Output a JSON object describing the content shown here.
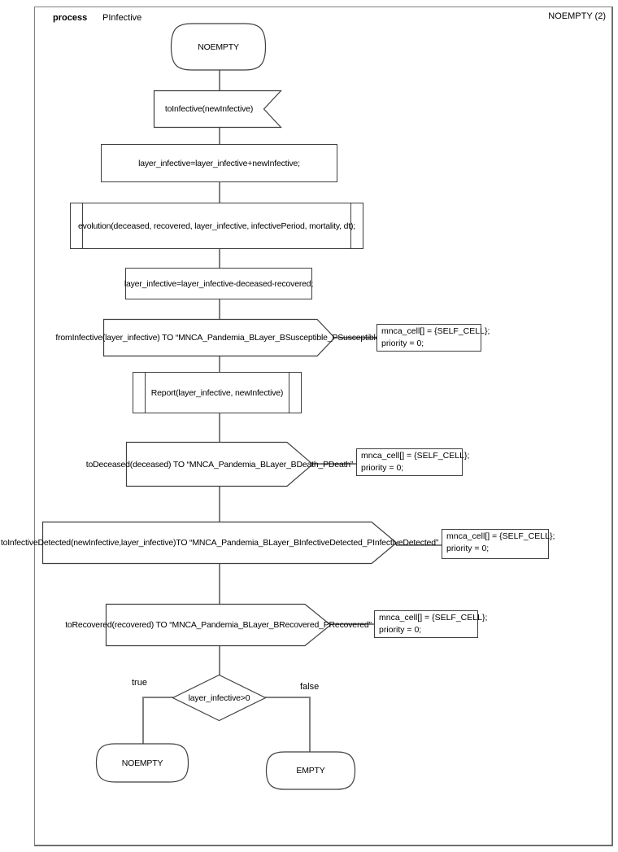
{
  "header": {
    "kind_label": "process",
    "process_name": "PInfective",
    "state_ref": "NOEMPTY (2)"
  },
  "nodes": {
    "start_state": "NOEMPTY",
    "input_signal": "toInfective(newInfective)",
    "task_add": "layer_infective=layer_infective+newInfective;",
    "proc_evolution": "evolution(deceased, recovered, layer_infective, infectivePeriod, mortality, dt);",
    "task_subtract": "layer_infective=layer_infective-deceased-recovered;",
    "out_from_infective": "fromInfective(layer_infective) TO “MNCA_Pandemia_BLayer_BSusceptible_PSusceptible”",
    "proc_report": "Report(layer_infective, newInfective)",
    "out_to_deceased": "toDeceased(deceased) TO “MNCA_Pandemia_BLayer_BDeath_PDeath”",
    "out_to_infective_detected": "toInfectiveDetected(newInfective,layer_infective)TO “MNCA_Pandemia_BLayer_BInfectiveDetected_PInfectiveDetected”",
    "out_to_recovered": "toRecovered(recovered) TO “MNCA_Pandemia_BLayer_BRecovered_PRecovered”",
    "decision": "layer_infective>0",
    "branch_true": "true",
    "branch_false": "false",
    "state_noempty": "NOEMPTY",
    "state_empty": "EMPTY"
  },
  "comment": {
    "line1": "mnca_cell[] = {SELF_CELL};",
    "line2": "priority = 0;"
  },
  "colors": {
    "connector": "#7f7f7f",
    "shape_border": "#3f3f3f",
    "text": "#000000",
    "background": "#ffffff"
  }
}
